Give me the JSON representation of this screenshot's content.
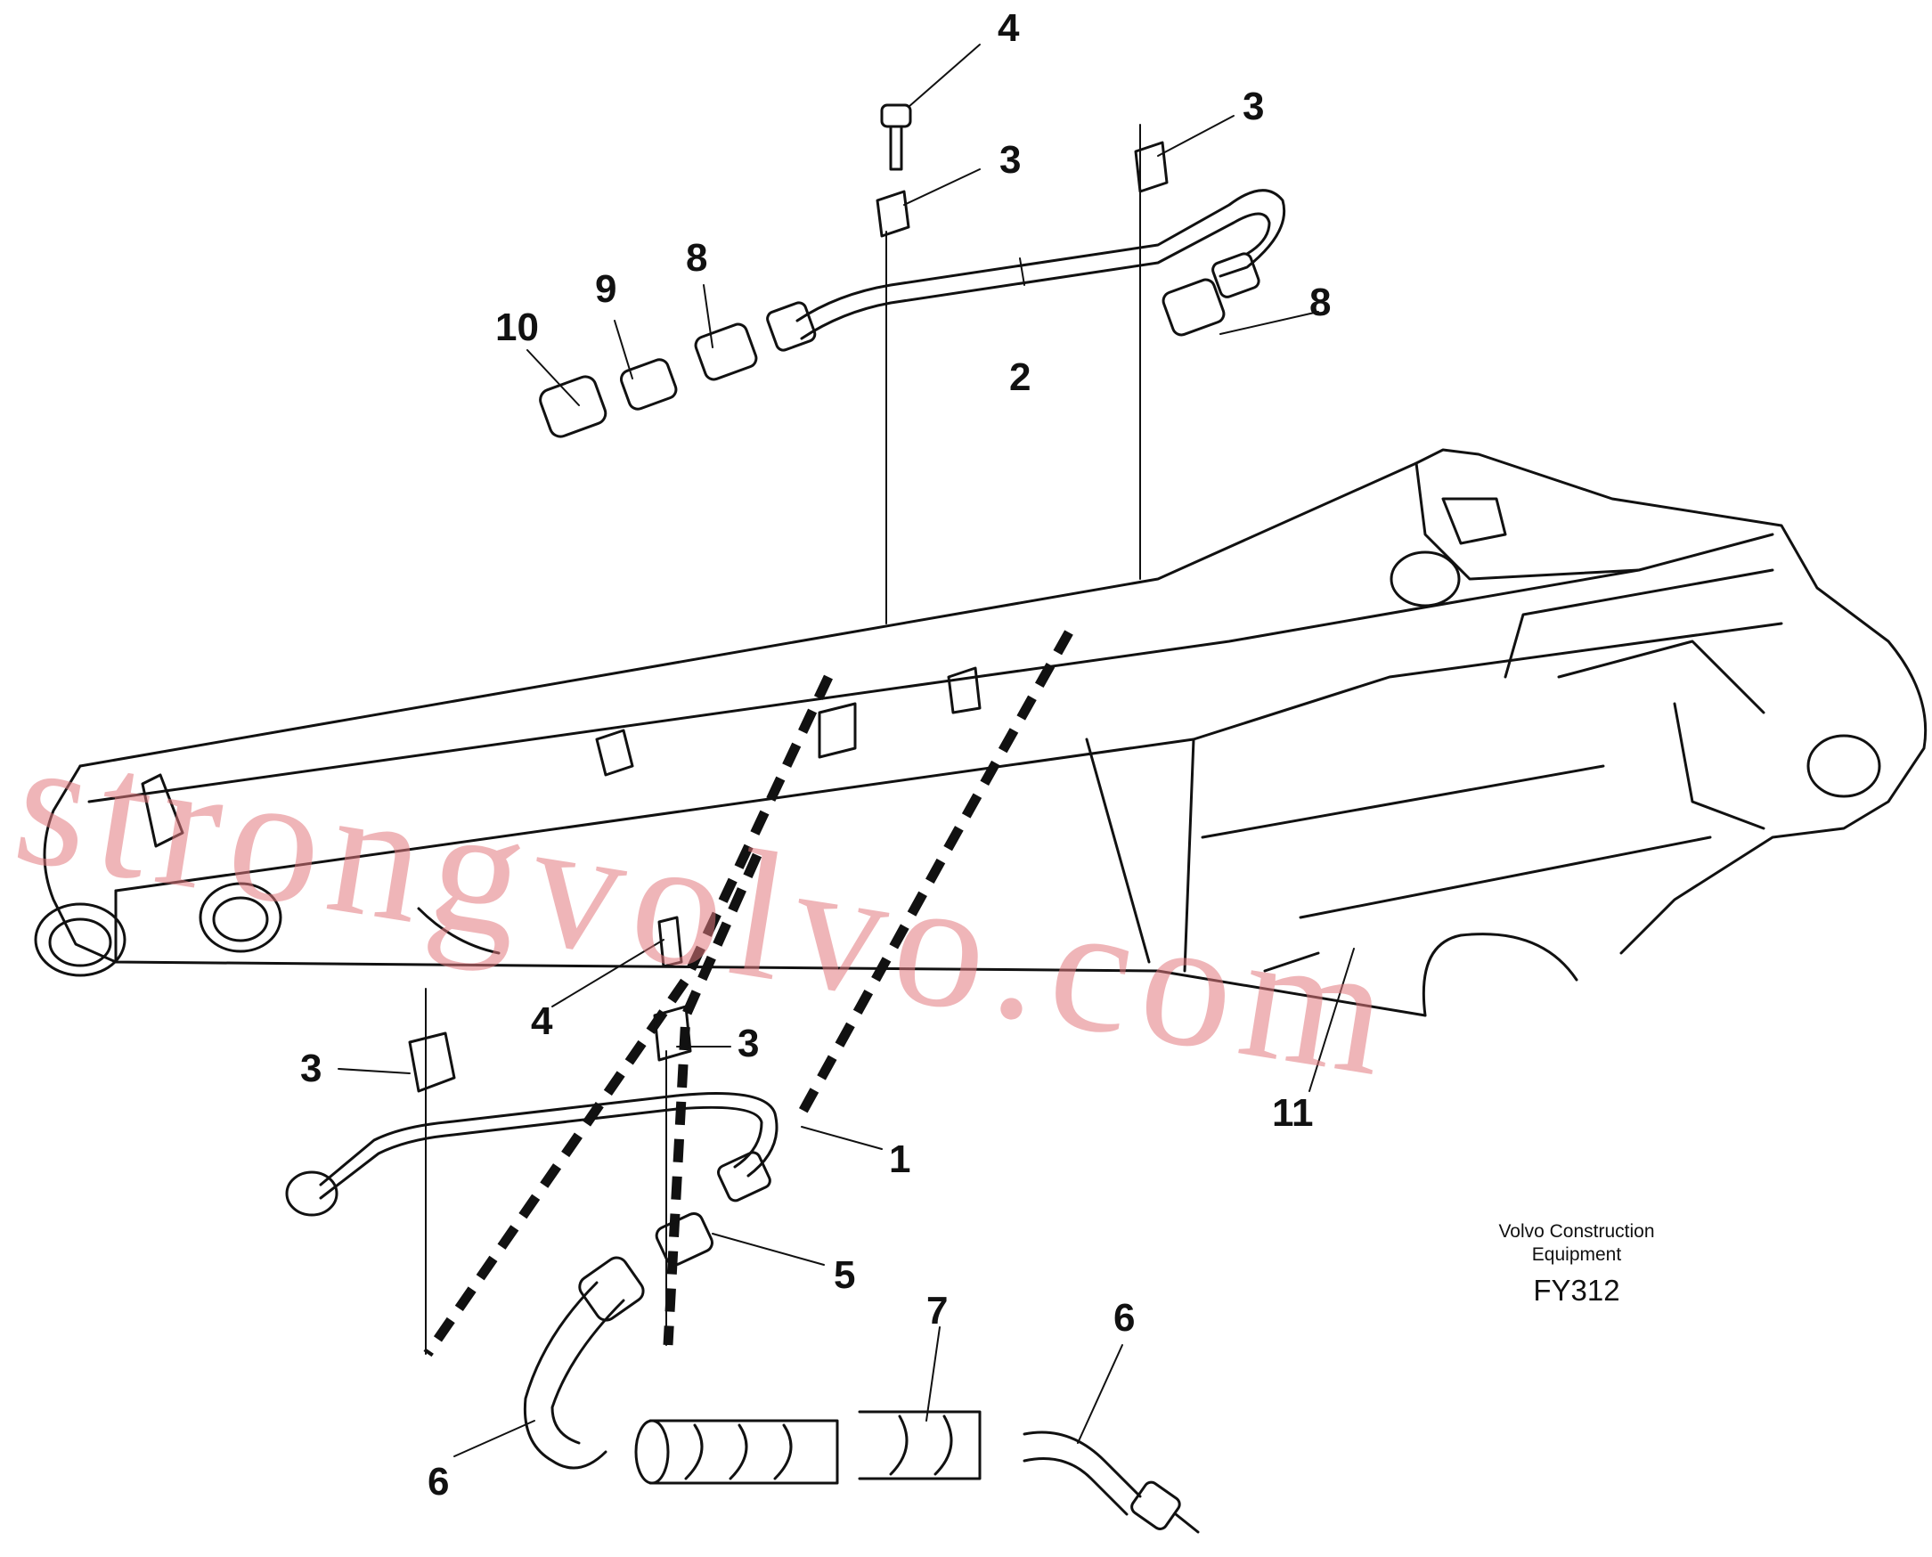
{
  "callouts": [
    {
      "id": "4a",
      "text": "4"
    },
    {
      "id": "3a",
      "text": "3"
    },
    {
      "id": "3b",
      "text": "3"
    },
    {
      "id": "8a",
      "text": "8"
    },
    {
      "id": "9",
      "text": "9"
    },
    {
      "id": "10",
      "text": "10"
    },
    {
      "id": "2",
      "text": "2"
    },
    {
      "id": "8b",
      "text": "8"
    },
    {
      "id": "4b",
      "text": "4"
    },
    {
      "id": "3c",
      "text": "3"
    },
    {
      "id": "3d",
      "text": "3"
    },
    {
      "id": "11",
      "text": "11"
    },
    {
      "id": "1",
      "text": "1"
    },
    {
      "id": "5",
      "text": "5"
    },
    {
      "id": "7",
      "text": "7"
    },
    {
      "id": "6a",
      "text": "6"
    },
    {
      "id": "6b",
      "text": "6"
    }
  ],
  "caption": {
    "company_line1": "Volvo Construction",
    "company_line2": "Equipment",
    "code": "FY312"
  },
  "watermark": "strongvolvo.com"
}
